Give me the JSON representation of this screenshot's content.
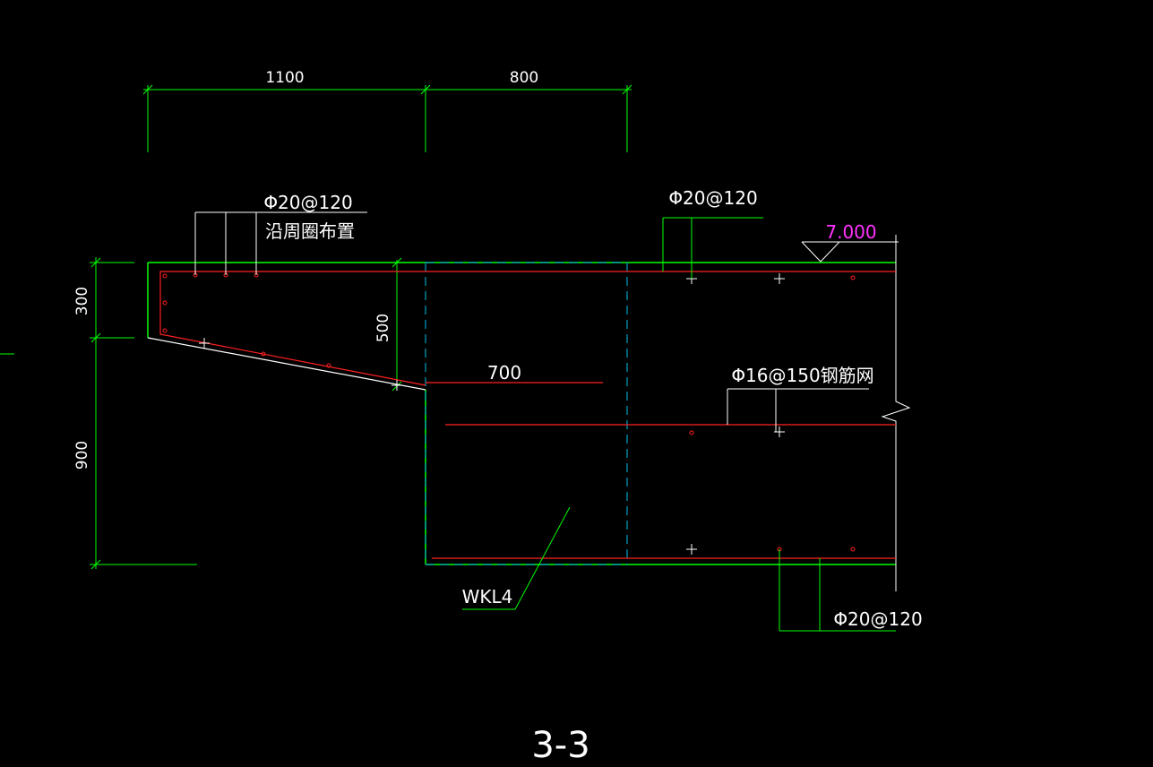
{
  "dimensions": {
    "top_left": "1100",
    "top_right": "800",
    "side_top": "300",
    "side_bottom": "900",
    "cantilever_depth": "500",
    "inner_length": "700"
  },
  "rebar_labels": {
    "top_left_spec": "Φ20@120",
    "top_left_note": "沿周圈布置",
    "top_right_spec": "Φ20@120",
    "mesh_spec": "Φ16@150钢筋网",
    "bottom_right_spec": "Φ20@120"
  },
  "elevation": "7.000",
  "beam_label": "WKL4",
  "section_title": "3-3",
  "colors": {
    "background": "#000000",
    "outline": "#00ff00",
    "rebar": "#ff2020",
    "text": "#ffffff",
    "dashed": "#00a0c0",
    "elevation": "#ff33ff",
    "annotation": "#ffffff"
  }
}
